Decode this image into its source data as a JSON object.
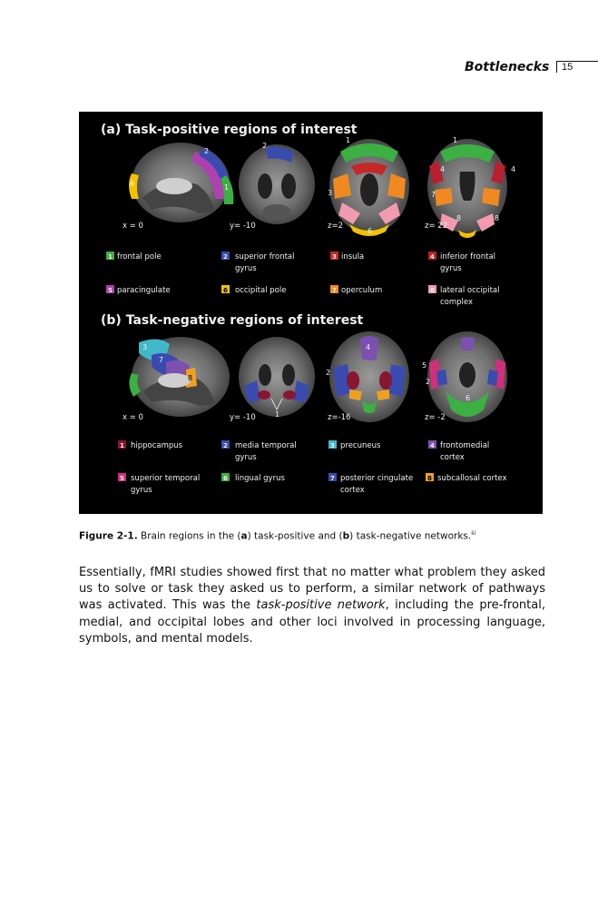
{
  "header": {
    "title": "Bottlenecks",
    "page_number": "15"
  },
  "figure": {
    "panel_a": {
      "title": "(a) Task-positive regions of interest",
      "slices": [
        {
          "label": "x = 0",
          "numbers": [
            "2",
            "6",
            "1"
          ]
        },
        {
          "label": "y= -10",
          "numbers": [
            "2"
          ]
        },
        {
          "label": "z=2",
          "numbers": [
            "1",
            "3",
            "6"
          ]
        },
        {
          "label": "z= 22",
          "numbers": [
            "1",
            "4",
            "4",
            "7",
            "8",
            "8"
          ]
        }
      ],
      "legend": [
        {
          "num": "1",
          "label": "frontal pole",
          "color": "#3cb043"
        },
        {
          "num": "2",
          "label": "superior frontal gyrus",
          "color": "#3a4bb0"
        },
        {
          "num": "3",
          "label": "insula",
          "color": "#c62828"
        },
        {
          "num": "4",
          "label": "inferior frontal gyrus",
          "color": "#b82030"
        },
        {
          "num": "5",
          "label": "paracingulate",
          "color": "#b040b0"
        },
        {
          "num": "6",
          "label": "occipital pole",
          "color": "#f2c200"
        },
        {
          "num": "7",
          "label": "operculum",
          "color": "#f08a20"
        },
        {
          "num": "8",
          "label": "lateral occipital complex",
          "color": "#f29ab0"
        }
      ]
    },
    "panel_b": {
      "title": "(b) Task-negative regions of interest",
      "slices": [
        {
          "label": "x = 0",
          "numbers": [
            "3",
            "7",
            "8"
          ]
        },
        {
          "label": "y= -10",
          "numbers": [
            "1"
          ]
        },
        {
          "label": "z=-16",
          "numbers": [
            "4",
            "2"
          ]
        },
        {
          "label": "z= -2",
          "numbers": [
            "5",
            "2",
            "6"
          ]
        }
      ],
      "legend": [
        {
          "num": "1",
          "label": "hippocampus",
          "color": "#8a1530"
        },
        {
          "num": "2",
          "label": "media temporal gyrus",
          "color": "#3a4bb0"
        },
        {
          "num": "3",
          "label": "precuneus",
          "color": "#40b8c8"
        },
        {
          "num": "4",
          "label": "frontomedial cortex",
          "color": "#7c50b0"
        },
        {
          "num": "5",
          "label": "superior temporal gyrus",
          "color": "#d0307a"
        },
        {
          "num": "6",
          "label": "lingual gyrus",
          "color": "#3cb043"
        },
        {
          "num": "7",
          "label": "posterior cingulate cortex",
          "color": "#3a4bb0"
        },
        {
          "num": "8",
          "label": "subcallosal cortex",
          "color": "#f0a020"
        }
      ]
    }
  },
  "caption": {
    "label": "Figure 2-1.",
    "pre": "Brain regions in the (",
    "a": "a",
    "mid": ") task-positive and (",
    "b": "b",
    "post": ") task-negative networks.",
    "note": "iii"
  },
  "body": {
    "part1": "Essentially, fMRI studies showed first that no matter what problem they asked us to solve or task they asked us to perform, a similar network of pathways was activated. This was the ",
    "emphasis": "task-positive network",
    "part2": ", including the pre-frontal, medial, and occipital lobes and other loci involved in processing language, symbols, and mental models."
  }
}
